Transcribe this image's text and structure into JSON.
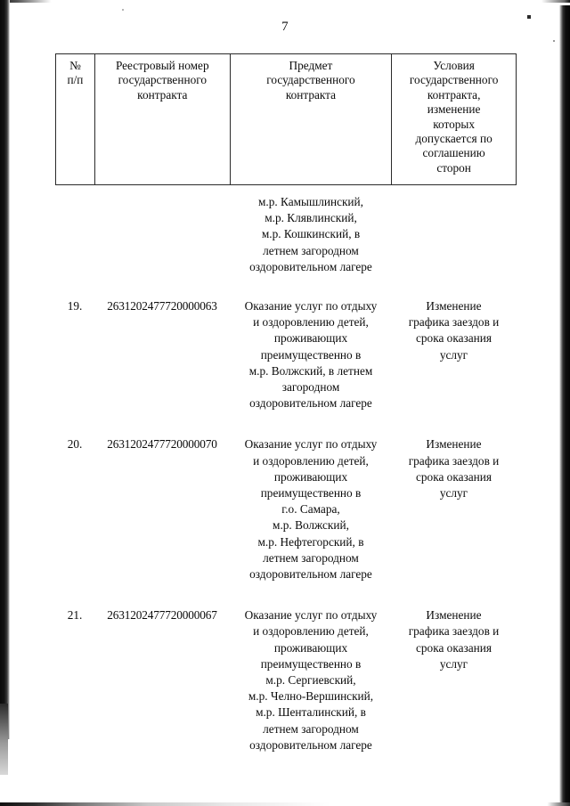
{
  "page": {
    "number": "7"
  },
  "table": {
    "headers": [
      {
        "lines": [
          "№",
          "п/п"
        ]
      },
      {
        "lines": [
          "Реестровый номер",
          "государственного",
          "контракта"
        ]
      },
      {
        "lines": [
          "Предмет",
          "государственного",
          "контракта"
        ]
      },
      {
        "lines": [
          "Условия",
          "государственного",
          "контракта,",
          "изменение",
          "которых",
          "допускается по",
          "соглашению",
          "сторон"
        ]
      }
    ],
    "continued_block": {
      "lines": [
        "м.р. Камышлинский,",
        "м.р. Клявлинский,",
        "м.р. Кошкинский, в",
        "летнем загородном",
        "оздоровительном лагере"
      ]
    },
    "rows": [
      {
        "number": "19.",
        "registry_number": "2631202477720000063",
        "subject_lines": [
          "Оказание услуг по отдыху",
          "и оздоровлению детей,",
          "проживающих",
          "преимущественно в",
          "м.р. Волжский, в летнем",
          "загородном",
          "оздоровительном лагере"
        ],
        "conditions_lines": [
          "Изменение",
          "графика заездов и",
          "срока оказания",
          "услуг"
        ]
      },
      {
        "number": "20.",
        "registry_number": "2631202477720000070",
        "subject_lines": [
          "Оказание услуг по отдыху",
          "и оздоровлению детей,",
          "проживающих",
          "преимущественно в",
          "г.о. Самара,",
          "м.р. Волжский,",
          "м.р. Нефтегорский, в",
          "летнем загородном",
          "оздоровительном лагере"
        ],
        "conditions_lines": [
          "Изменение",
          "графика заездов и",
          "срока оказания",
          "услуг"
        ]
      },
      {
        "number": "21.",
        "registry_number": "2631202477720000067",
        "subject_lines": [
          "Оказание услуг по отдыху",
          "и оздоровлению детей,",
          "проживающих",
          "преимущественно в",
          "м.р. Сергиевский,",
          "м.р. Челно-Вершинский,",
          "м.р. Шенталинский, в",
          "летнем загородном",
          "оздоровительном лагере"
        ],
        "conditions_lines": [
          "Изменение",
          "графика заездов и",
          "срока оказания",
          "услуг"
        ]
      }
    ]
  }
}
